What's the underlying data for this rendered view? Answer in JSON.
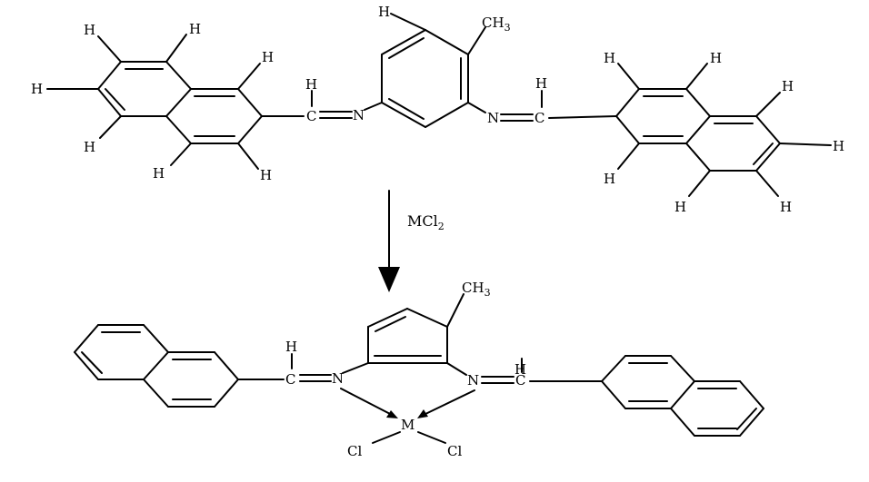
{
  "reaction": {
    "reagent_formula": "MCl",
    "reagent_subscript": "2"
  },
  "atoms": {
    "H": "H",
    "N": "N",
    "C": "C",
    "M": "M",
    "Cl": "Cl",
    "methyl_prefix": "CH",
    "methyl_subscript": "3"
  },
  "colors": {
    "ink": "#000000",
    "background": "#ffffff"
  }
}
